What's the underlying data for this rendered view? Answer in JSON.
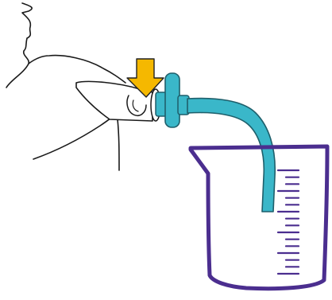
{
  "illustration": {
    "colors": {
      "outline": "#1a1a1a",
      "background": "#ffffff",
      "arrow_fill": "#f5b800",
      "arrow_stroke": "#222222",
      "connector_fill": "#3ab7c9",
      "connector_stroke": "#1e5f6b",
      "tube_fill": "#3ab7c9",
      "tube_stroke": "#1e5f6b",
      "beaker_stroke": "#4b2e8f",
      "beaker_ticks": "#4b2e8f"
    },
    "parts": [
      "face-profile",
      "shoulder",
      "mouthpiece",
      "press-arrow",
      "filter-connector",
      "drain-tube",
      "measuring-beaker"
    ],
    "beaker_graduation_ticks": 16
  }
}
